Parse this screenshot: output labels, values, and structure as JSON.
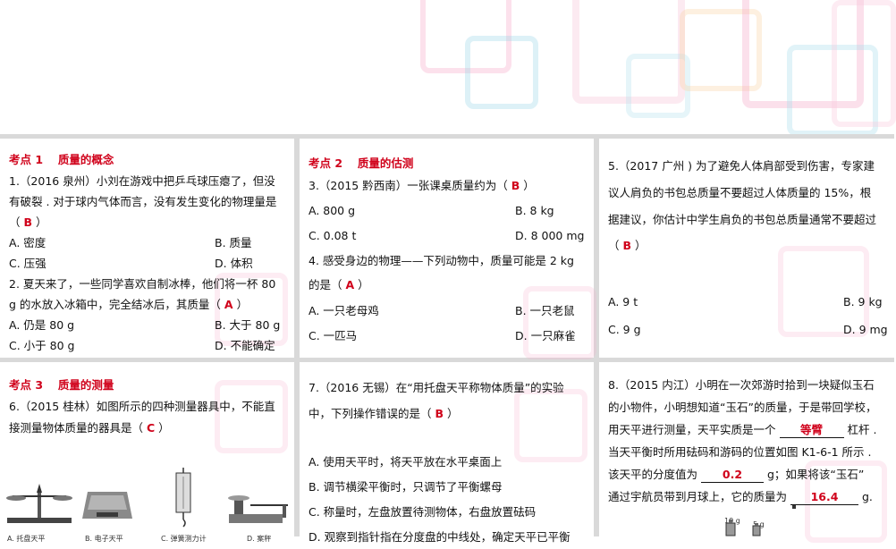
{
  "p1": {
    "section": "考点 1　 质量的概念",
    "q1": {
      "line1": "1.（2016 泉州）小刘在游戏中把乒乓球压瘪了，但没",
      "line2": "有破裂 . 对于球内气体而言，没有发生变化的物理量是",
      "paren_open": "（",
      "answer": "B",
      "paren_close": "）",
      "opt_a": "A. 密度",
      "opt_b": "B. 质量",
      "opt_c": "C. 压强",
      "opt_d": "D. 体积"
    },
    "q2": {
      "line1": "2. 夏天来了，一些同学喜欢自制冰棒，他们将一杯 80",
      "line2": "g 的水放入冰箱中，完全结冰后，其质量（",
      "answer": "A",
      "paren_close": "）",
      "opt_a": "A. 仍是 80 g",
      "opt_b": "B. 大于 80 g",
      "opt_c": "C. 小于 80 g",
      "opt_d": "D. 不能确定"
    }
  },
  "p2": {
    "section": "考点 2　 质量的估测",
    "q3": {
      "line1": "3.（2015 黔西南）一张课桌质量约为（",
      "answer": "B",
      "paren_close": "）",
      "opt_a": "A. 800 g",
      "opt_b": "B. 8 kg",
      "opt_c": "C. 0.08 t",
      "opt_d": "D. 8 000 mg"
    },
    "q4": {
      "line1": "4. 感受身边的物理——下列动物中，质量可能是 2 kg",
      "line2": "的是（",
      "answer": "A",
      "paren_close": "）",
      "opt_a": "A. 一只老母鸡",
      "opt_b": "B. 一只老鼠",
      "opt_c": "C. 一匹马",
      "opt_d": "D. 一只麻雀"
    }
  },
  "p3": {
    "q5": {
      "line1": "5.（2017 广州 ) 为了避免人体肩部受到伤害，专家建",
      "line2": "议人肩负的书包总质量不要超过人体质量的 15%，根",
      "line3": "据建议，你估计中学生肩负的书包总质量通常不要超过",
      "paren_open": "（",
      "answer": "B",
      "paren_close": "）",
      "opt_a": "A. 9 t",
      "opt_b": "B. 9 kg",
      "opt_c": "C. 9 g",
      "opt_d": "D. 9 mg"
    }
  },
  "p4": {
    "section": "考点 3　 质量的测量",
    "q6": {
      "line1": "6.（2015 桂林）如图所示的四种测量器具中，不能直",
      "line2": "接测量物体质量的器具是（",
      "answer": "C",
      "paren_close": "）"
    },
    "captions": [
      "A. 托盘天平",
      "B. 电子天平",
      "C. 弹簧测力计",
      "D. 案秤"
    ]
  },
  "p5": {
    "q7": {
      "line1": "7.（2016 无锡）在“用托盘天平称物体质量”的实验",
      "line2": "中，下列操作错误的是（",
      "answer": "B",
      "paren_close": "）",
      "opt_a": "A. 使用天平时，将天平放在水平桌面上",
      "opt_b": "B. 调节横梁平衡时，只调节了平衡螺母",
      "opt_c": "C. 称量时，左盘放置待测物体，右盘放置砝码",
      "opt_d": "D. 观察到指针指在分度盘的中线处，确定天平已平衡"
    }
  },
  "p6": {
    "q8": {
      "line1": "8.（2015 内江）小明在一次郊游时拾到一块疑似玉石",
      "line2": "的小物件，小明想知道“玉石”的质量，于是带回学校，",
      "line3_pre": "用天平进行测量，天平实质是一个",
      "ans1": "等臂",
      "line3_post": "杠杆 .",
      "line4": "当天平衡时所用砝码和游码的位置如图 K1-6-1 所示 .",
      "line5_pre": "该天平的分度值为",
      "ans2": "0.2",
      "line5_post": "g；如果将该“玉石”",
      "line6_pre": "通过宇航员带到月球上，它的质量为",
      "ans3": "16.4",
      "line6_post": "g.",
      "weight1": "10 g",
      "weight2": "5 g"
    }
  }
}
